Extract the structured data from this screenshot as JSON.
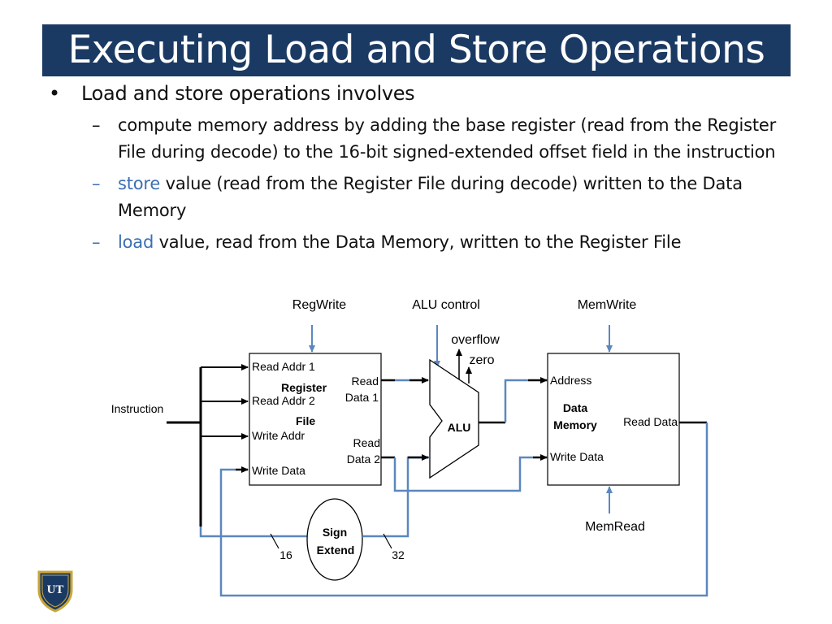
{
  "title": "Executing Load and Store Operations",
  "bullets": {
    "main": "Load and store operations involves",
    "sub1": "compute memory address by adding the base register (read from the Register File during decode) to the 16-bit signed-extended offset field in the instruction",
    "sub2_kw": "store",
    "sub2_rest": " value (read from the Register File during decode) written to the Data Memory",
    "sub3_kw": "load",
    "sub3_rest": " value, read from the Data Memory, written to the Register File"
  },
  "diagram": {
    "regwrite": "RegWrite",
    "alu_control": "ALU control",
    "memwrite": "MemWrite",
    "overflow": "overflow",
    "zero": "zero",
    "instruction": "Instruction",
    "rf_read_addr1": "Read Addr 1",
    "rf_title1": "Register",
    "rf_read_addr2": "Read Addr 2",
    "rf_title2": "File",
    "rf_write_addr": "Write Addr",
    "rf_write_data": "Write Data",
    "rf_read_data1_a": "Read",
    "rf_read_data1_b": "Data 1",
    "rf_read_data2_a": "Read",
    "rf_read_data2_b": "Data 2",
    "alu": "ALU",
    "dm_address": "Address",
    "dm_title1": "Data",
    "dm_title2": "Memory",
    "dm_read_data": "Read Data",
    "dm_write_data": "Write Data",
    "memread": "MemRead",
    "sign1": "Sign",
    "sign2": "Extend",
    "bits16": "16",
    "bits32": "32"
  },
  "logo_text": "UT",
  "colors": {
    "title_bg": "#1b3a63",
    "accent_blue": "#3b6fb5",
    "wire_blue": "#5b87bf"
  }
}
